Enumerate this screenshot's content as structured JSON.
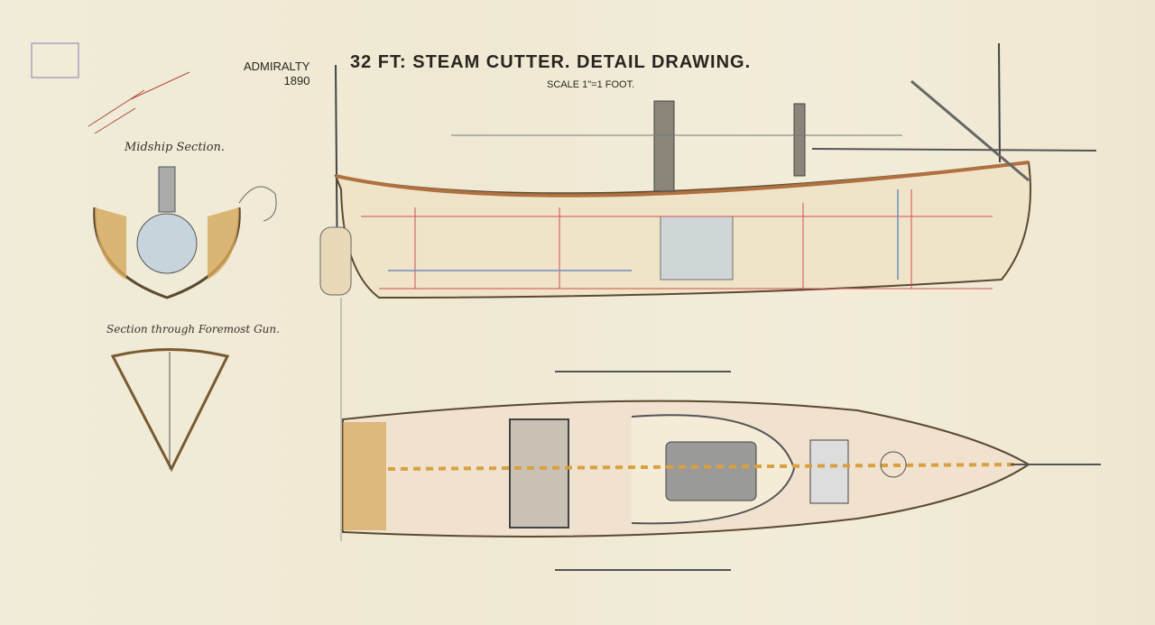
{
  "drawing": {
    "authority": "ADMIRALTY",
    "year": "1890",
    "title": "32 FT: STEAM CUTTER. DETAIL DRAWING.",
    "scale": "SCALE 1\"=1 FOOT.",
    "midship_label": "Midship Section.",
    "gun_section_label": "Section through Foremost Gun."
  },
  "colors": {
    "paper": "#f1ecd9",
    "ink": "#3a3028",
    "hull_wood": "#d6a85a",
    "red_line": "#d05050",
    "blue_line": "#7090c0",
    "boiler": "#c8d4dc"
  }
}
